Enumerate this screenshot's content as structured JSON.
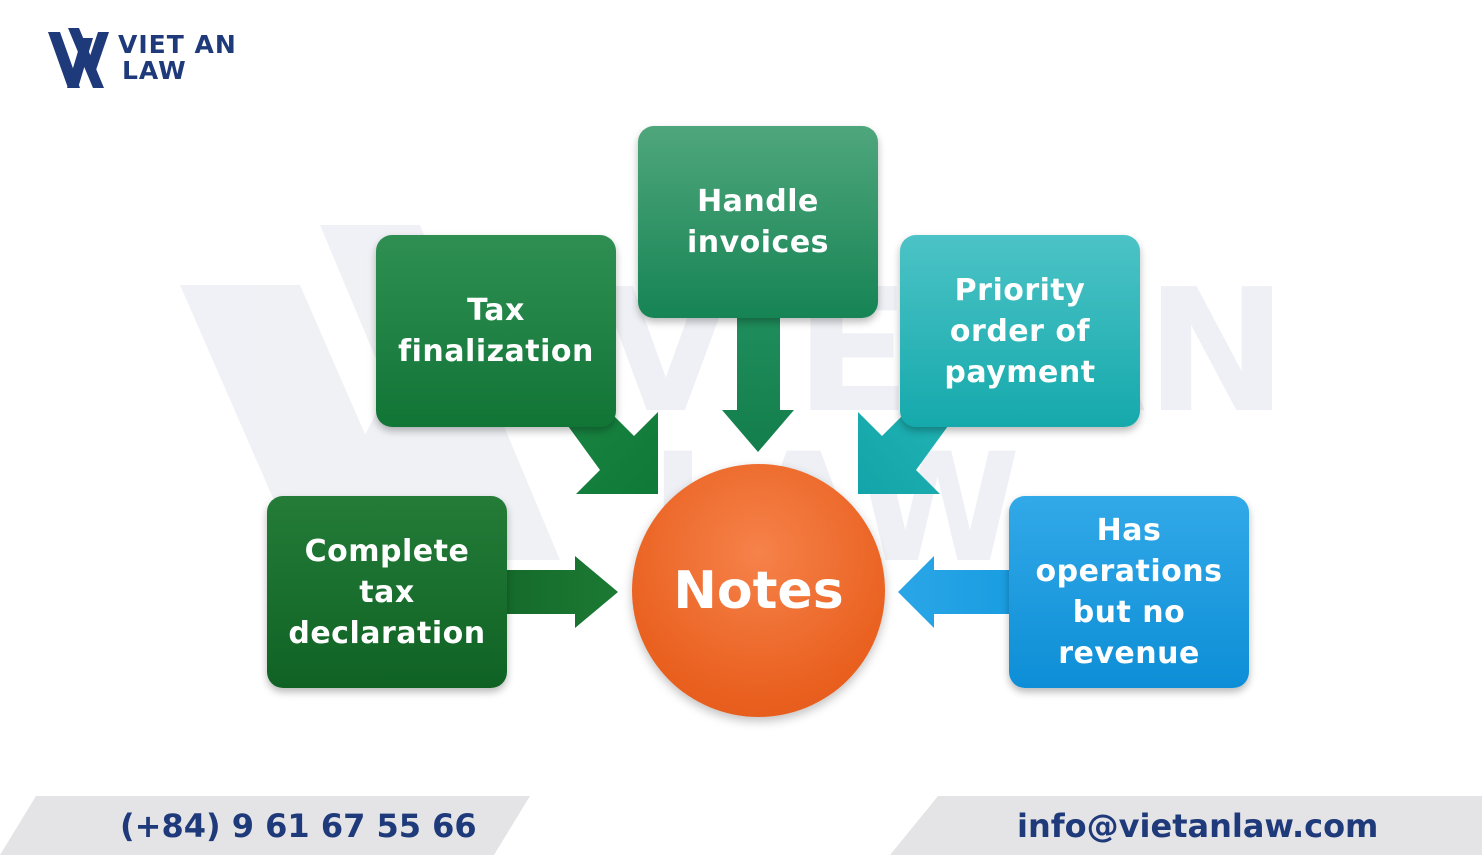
{
  "brand": {
    "line1": "VIET AN",
    "line2": "LAW",
    "watermark_line1": "VIETAN",
    "watermark_line2": "LAW"
  },
  "diagram": {
    "center": "Notes",
    "nodes": [
      {
        "id": "handle-invoices",
        "label": "Handle\ninvoices",
        "color": "#168455"
      },
      {
        "id": "tax-finalization",
        "label": "Tax\nfinalization",
        "color": "#117536"
      },
      {
        "id": "priority-order",
        "label": "Priority\norder of\npayment",
        "color": "#15a9ac"
      },
      {
        "id": "complete-declaration",
        "label": "Complete\ntax\ndeclaration",
        "color": "#0f6224"
      },
      {
        "id": "operations-no-revenue",
        "label": "Has\noperations\nbut no\nrevenue",
        "color": "#0d8ed6"
      }
    ],
    "center_color": "#e9601f"
  },
  "footer": {
    "phone": "(+84) 9 61 67 55 66",
    "email": "info@vietanlaw.com"
  }
}
